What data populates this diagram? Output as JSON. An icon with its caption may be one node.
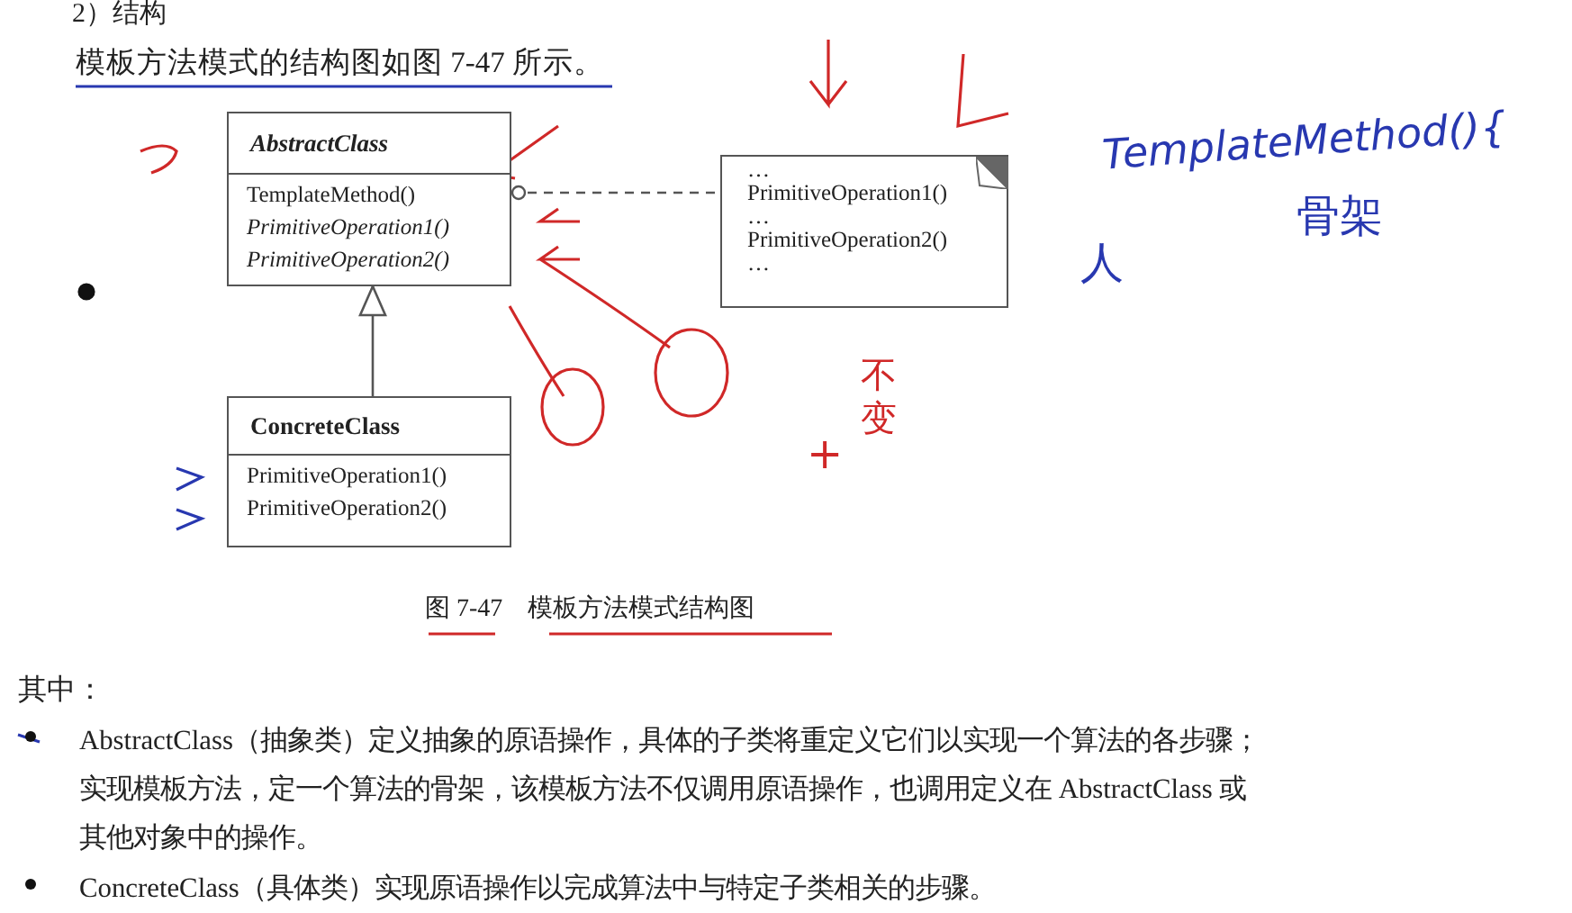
{
  "diagram": {
    "title": "2）结构",
    "caption": "图 7-47　模板方法模式结构图",
    "nodes": [
      {
        "text": [
          "AbstractClass",
          "TemplateMethod()",
          "PrimitiveOperation1()",
          "PrimitiveOperation2()"
        ]
      },
      {
        "text": [
          "ConcreteClass",
          "PrimitiveOperation1()",
          "PrimitiveOperation2()"
        ]
      },
      {
        "text": [
          "…",
          "PrimitiveOperation1()",
          "…",
          "PrimitiveOperation2()",
          "…"
        ]
      }
    ],
    "edges": [
      {
        "from": 1,
        "to": 0,
        "arrow": "to"
      },
      {
        "from": 0,
        "to": 2,
        "arrow": "other",
        "style": "dashed"
      }
    ],
    "labels": [
      "模板方法模式的结构图如图 7-47 所示。",
      "TemplateMethod(){",
      "骨架",
      "人",
      "不变",
      "+",
      "其中：",
      "AbstractClass（抽象类）定义抽象的原语操作，具体的子类将重定义它们以实现一个算法的各步骤；实现模板方法，定一个算法的骨架，该模板方法不仅调用原语操作，也调用定义在 AbstractClass 或其他对象中的操作。",
      "ConcreteClass（具体类）实现原语操作以完成算法中与特定子类相关的步骤。"
    ]
  }
}
